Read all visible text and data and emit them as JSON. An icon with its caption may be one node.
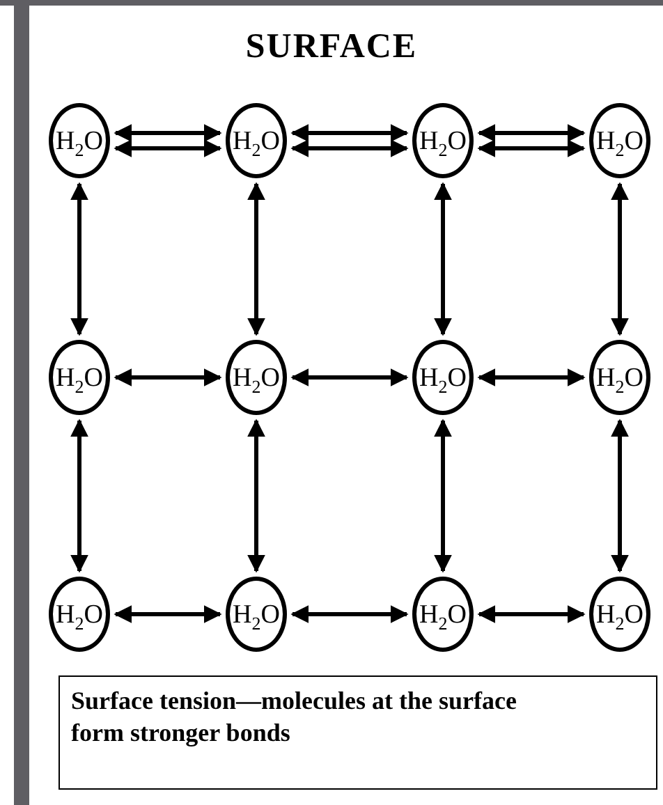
{
  "diagram": {
    "title": "SURFACE",
    "nodes": [
      {
        "text": [
          "H$_{2}$O"
        ]
      },
      {
        "text": [
          "H$_{2}$O"
        ]
      },
      {
        "text": [
          "H$_{2}$O"
        ]
      },
      {
        "text": [
          "H$_{2}$O"
        ]
      },
      {
        "text": [
          "H$_{2}$O"
        ]
      },
      {
        "text": [
          "H$_{2}$O"
        ]
      },
      {
        "text": [
          "H$_{2}$O"
        ]
      },
      {
        "text": [
          "H$_{2}$O"
        ]
      },
      {
        "text": [
          "H$_{2}$O"
        ]
      },
      {
        "text": [
          "H$_{2}$O"
        ]
      },
      {
        "text": [
          "H$_{2}$O"
        ]
      },
      {
        "text": [
          "H$_{2}$O"
        ]
      },
      {
        "text": [
          "Surface tension—molecules at the surface form stronger bonds"
        ]
      }
    ],
    "edges": [
      {
        "from": 0,
        "to": 1,
        "arrow": "both"
      },
      {
        "from": 0,
        "to": 1,
        "arrow": "both"
      },
      {
        "from": 1,
        "to": 2,
        "arrow": "both"
      },
      {
        "from": 1,
        "to": 2,
        "arrow": "both"
      },
      {
        "from": 2,
        "to": 3,
        "arrow": "both"
      },
      {
        "from": 2,
        "to": 3,
        "arrow": "both"
      },
      {
        "from": 0,
        "to": 4,
        "arrow": "both"
      },
      {
        "from": 1,
        "to": 5,
        "arrow": "both"
      },
      {
        "from": 2,
        "to": 6,
        "arrow": "both"
      },
      {
        "from": 3,
        "to": 7,
        "arrow": "both"
      },
      {
        "from": 4,
        "to": 5,
        "arrow": "both"
      },
      {
        "from": 5,
        "to": 6,
        "arrow": "both"
      },
      {
        "from": 6,
        "to": 7,
        "arrow": "both"
      },
      {
        "from": 4,
        "to": 8,
        "arrow": "both"
      },
      {
        "from": 5,
        "to": 9,
        "arrow": "both"
      },
      {
        "from": 6,
        "to": 10,
        "arrow": "both"
      },
      {
        "from": 7,
        "to": 11,
        "arrow": "both"
      },
      {
        "from": 8,
        "to": 9,
        "arrow": "both"
      },
      {
        "from": 9,
        "to": 10,
        "arrow": "both"
      },
      {
        "from": 10,
        "to": 11,
        "arrow": "both"
      }
    ]
  }
}
